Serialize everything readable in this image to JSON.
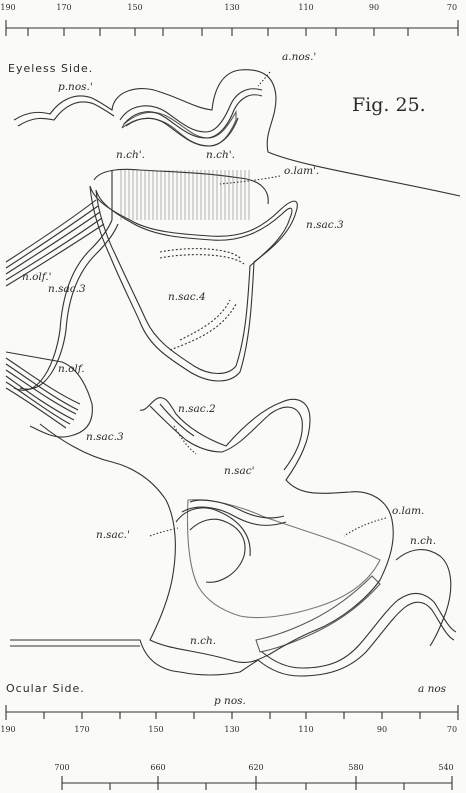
{
  "figure_label": "Fig. 25.",
  "side_top": "Eyeless Side.",
  "side_bottom": "Ocular Side.",
  "top_scale": [
    "190",
    "170",
    "150",
    "130",
    "110",
    "90",
    "70"
  ],
  "bottom_scale_1": [
    "190",
    "170",
    "150",
    "130",
    "110",
    "90",
    "70"
  ],
  "bottom_scale_2": [
    "700",
    "660",
    "620",
    "580",
    "540"
  ],
  "labels": {
    "p_nos_prime": "p.nos.'",
    "a_nos_prime": "a.nos.'",
    "n_ch_prime_left": "n.ch'.",
    "n_ch_prime_right": "n.ch'.",
    "o_lam_prime": "o.lam'.",
    "n_sac3_top": "n.sac.3",
    "n_olf_prime": "n.olf.'",
    "n_sac3_left": "n.sac.3",
    "n_sac4": "n.sac.4",
    "n_olf": "n.olf.",
    "n_sac2": "n.sac.2",
    "n_sac3_bottom": "n.sac.3",
    "n_sac_prime_mid": "n.sac'",
    "n_sac_prime_left": "n.sac.'",
    "o_lam": "o.lam.",
    "n_ch_right": "n.ch.",
    "n_ch_bottom": "n.ch.",
    "p_nos": "p nos.",
    "a_nos": "a nos"
  }
}
